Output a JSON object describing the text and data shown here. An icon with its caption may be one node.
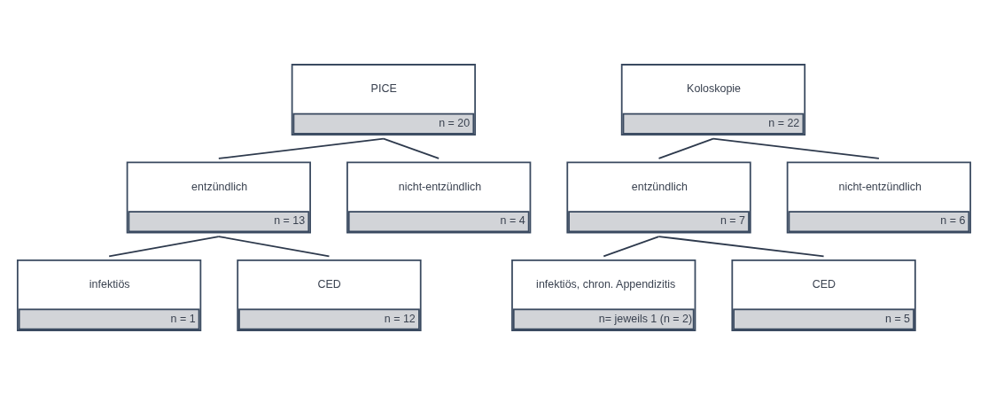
{
  "diagram": {
    "nodes": [
      {
        "text": [
          "PICE",
          "n = 20"
        ]
      },
      {
        "text": [
          "entzündlich",
          "n = 13"
        ]
      },
      {
        "text": [
          "nicht-entzündlich",
          "n = 4"
        ]
      },
      {
        "text": [
          "infektiös",
          "n = 1"
        ]
      },
      {
        "text": [
          "CED",
          "n = 12"
        ]
      },
      {
        "text": [
          "Koloskopie",
          "n = 22"
        ]
      },
      {
        "text": [
          "entzündlich",
          "n = 7"
        ]
      },
      {
        "text": [
          "nicht-entzündlich",
          "n = 6"
        ]
      },
      {
        "text": [
          "infektiös, chron. Appendizitis",
          "n= jeweils 1 (n = 2)"
        ]
      },
      {
        "text": [
          "CED",
          "n = 5"
        ]
      }
    ],
    "edges": [
      {
        "from": 0,
        "to": 1,
        "arrow": "none"
      },
      {
        "from": 0,
        "to": 2,
        "arrow": "none"
      },
      {
        "from": 1,
        "to": 3,
        "arrow": "none"
      },
      {
        "from": 1,
        "to": 4,
        "arrow": "none"
      },
      {
        "from": 5,
        "to": 6,
        "arrow": "none"
      },
      {
        "from": 5,
        "to": 7,
        "arrow": "none"
      },
      {
        "from": 6,
        "to": 8,
        "arrow": "none"
      },
      {
        "from": 6,
        "to": 9,
        "arrow": "none"
      }
    ]
  }
}
